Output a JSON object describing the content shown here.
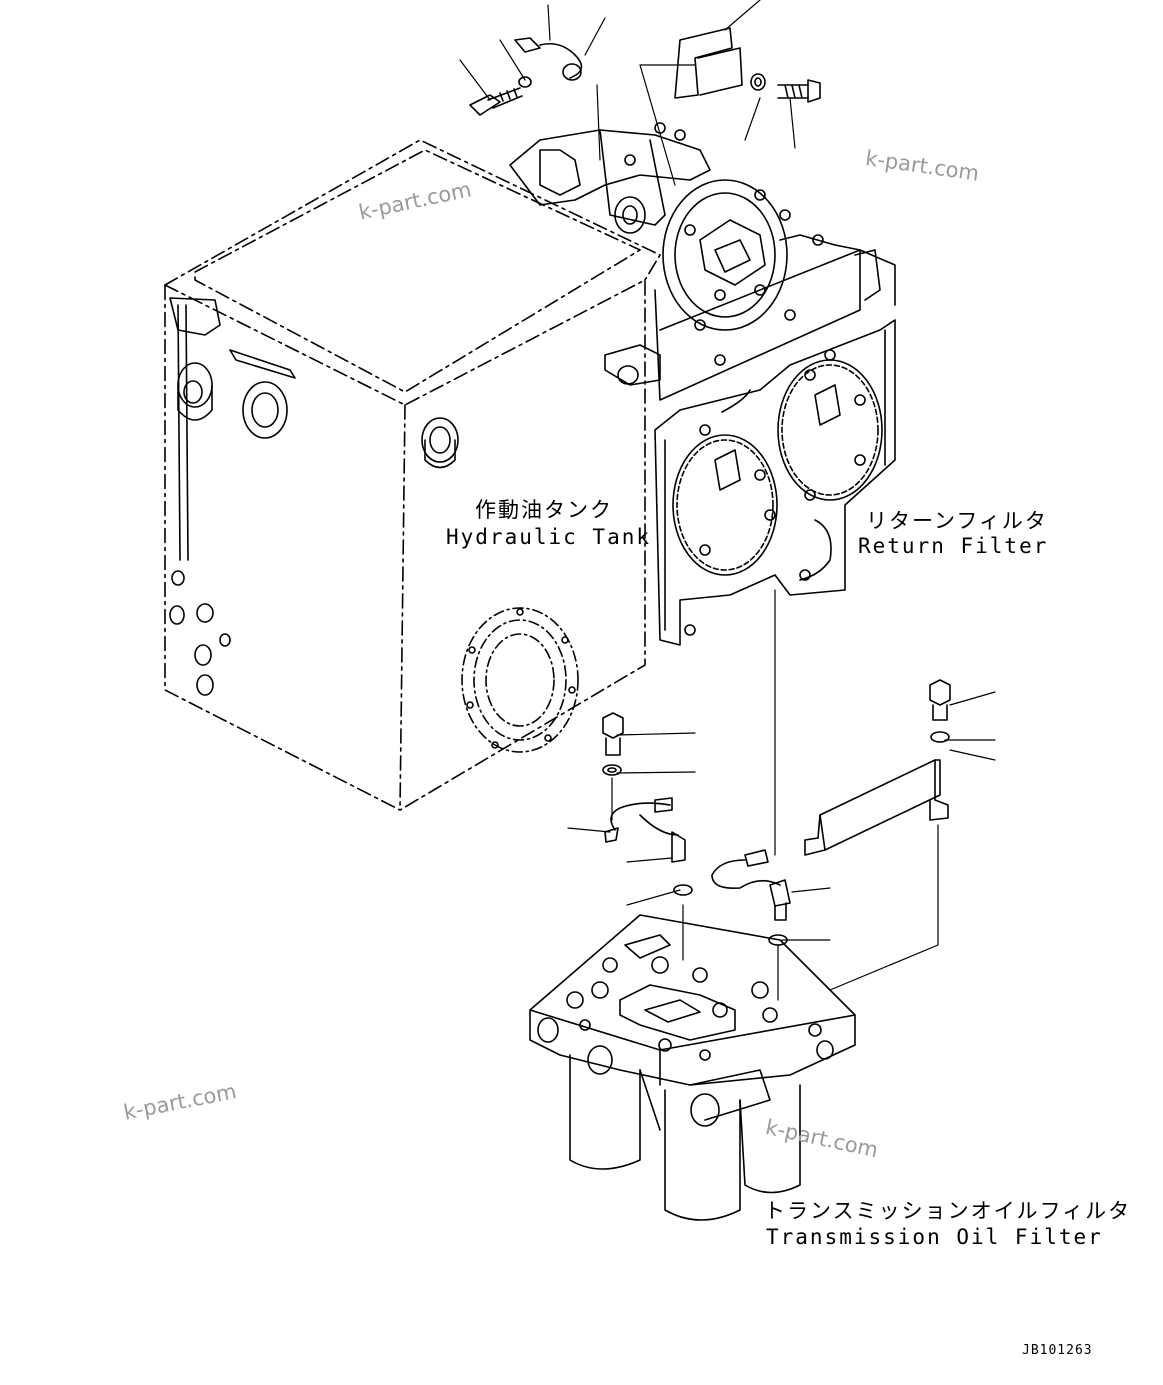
{
  "labels": {
    "hydraulic_tank_jp": "作動油タンク",
    "hydraulic_tank_en": "Hydraulic Tank",
    "return_filter_jp": "リターンフィルタ",
    "return_filter_en": "Return Filter",
    "transmission_filter_jp": "トランスミッションオイルフィルタ",
    "transmission_filter_en": "Transmission Oil Filter"
  },
  "watermarks": [
    "k-part.com",
    "k-part.com",
    "k-part.com",
    "k-part.com"
  ],
  "drawing_code": "JB101263",
  "colors": {
    "line": "#000000",
    "watermark": "#9a9a9a",
    "background": "#ffffff"
  }
}
